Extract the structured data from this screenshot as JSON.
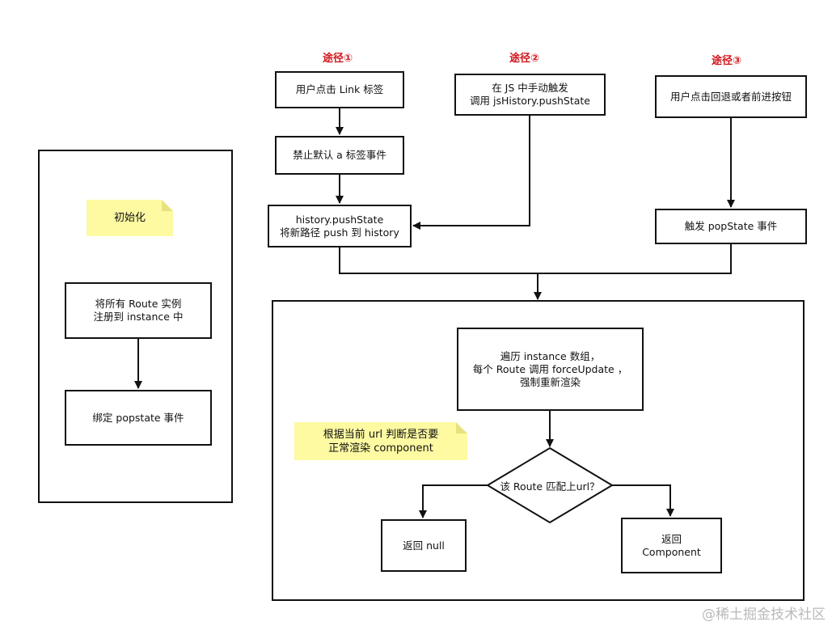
{
  "paths": {
    "path1": "途径①",
    "path2": "途径②",
    "path3": "途径③"
  },
  "nodes": {
    "click_link": "用户点击 Link 标签",
    "prevent_default": "禁止默认 a 标签事件",
    "push_state_line1": "history.pushState",
    "push_state_line2": "将新路径 push 到 history",
    "js_trigger_line1": "在 JS 中手动触发",
    "js_trigger_line2": "调用 jsHistory.pushState",
    "back_forward": "用户点击回退或者前进按钮",
    "popstate_trigger": "触发 popState 事件",
    "iterate_line1": "遍历 instance 数组，",
    "iterate_line2": "每个 Route 调用 forceUpdate ，",
    "iterate_line3": "强制重新渲染",
    "decision": "该 Route 匹配上url？",
    "return_null": "返回 null",
    "return_component_line1": "返回",
    "return_component_line2": "Component",
    "register_line1": "将所有 Route 实例",
    "register_line2": "注册到 instance 中",
    "bind_popstate": "绑定 popstate 事件"
  },
  "notes": {
    "init": "初始化",
    "render_line1": "根据当前 url 判断是否要",
    "render_line2": "正常渲染 component"
  },
  "watermark": "@稀土掘金技术社区"
}
